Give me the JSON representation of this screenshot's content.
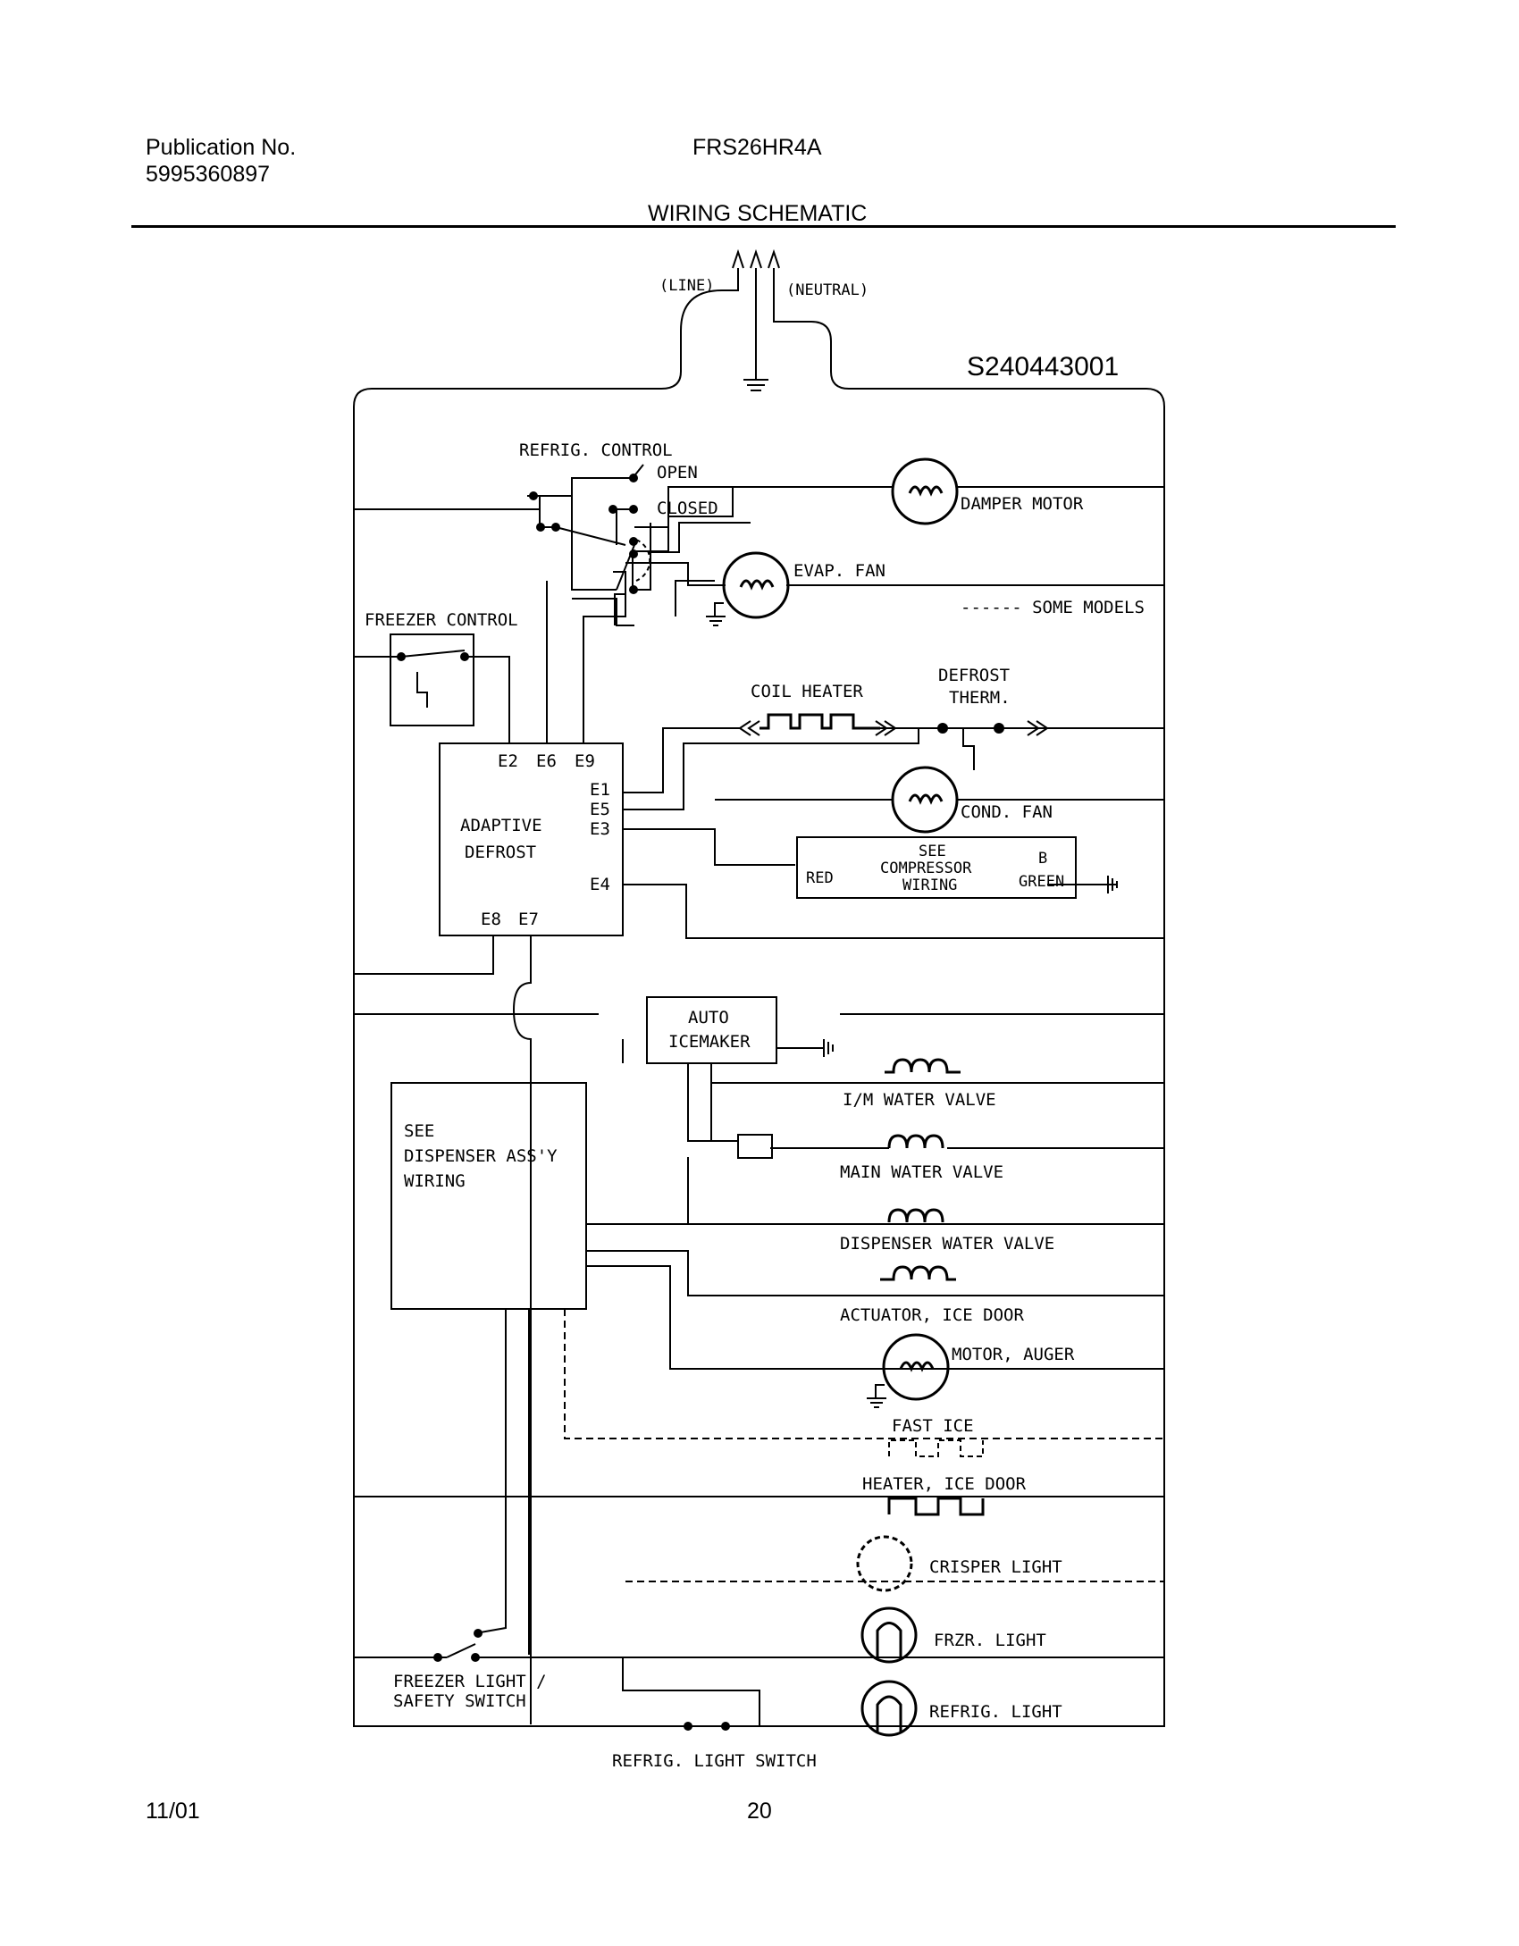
{
  "header": {
    "publication_label": "Publication No.",
    "publication_number": "5995360897",
    "model": "FRS26HR4A",
    "title": "WIRING SCHEMATIC"
  },
  "footer": {
    "date": "11/01",
    "page": "20"
  },
  "diagram": {
    "drawing_number": "S240443001",
    "line": "(LINE)",
    "neutral": "(NEUTRAL)",
    "refrig_control": "REFRIG. CONTROL",
    "open": "OPEN",
    "closed": "CLOSED",
    "damper_motor": "DAMPER MOTOR",
    "evap_fan": "EVAP. FAN",
    "freezer_control": "FREEZER CONTROL",
    "some_models": "------ SOME MODELS",
    "coil_heater": "COIL HEATER",
    "defrost": "DEFROST",
    "therm": "THERM.",
    "e2": "E2",
    "e6": "E6",
    "e9": "E9",
    "e1": "E1",
    "e5": "E5",
    "e3": "E3",
    "e4": "E4",
    "e8": "E8",
    "e7": "E7",
    "adaptive": "ADAPTIVE",
    "defrost2": "DEFROST",
    "cond_fan": "COND. FAN",
    "see": "SEE",
    "compressor": "COMPRESSOR",
    "wiring": "WIRING",
    "red": "RED",
    "b": "B",
    "green": "GREEN",
    "auto": "AUTO",
    "icemaker": "ICEMAKER",
    "im_water_valve": "I/M WATER VALVE",
    "see2": "SEE",
    "dispenser_assy": "DISPENSER ASS'Y",
    "wiring2": "WIRING",
    "main_water_valve": "MAIN WATER VALVE",
    "dispenser_water_valve": "DISPENSER WATER VALVE",
    "actuator_ice_door": "ACTUATOR, ICE DOOR",
    "motor_auger": "MOTOR, AUGER",
    "fast_ice": "FAST ICE",
    "heater_ice_door": "HEATER, ICE DOOR",
    "crisper_light": "CRISPER LIGHT",
    "frzr_light": "FRZR. LIGHT",
    "freezer_light": "FREEZER LIGHT /",
    "safety_switch": "SAFETY SWITCH",
    "refrig_light": "REFRIG. LIGHT",
    "refrig_light_switch": "REFRIG. LIGHT SWITCH"
  }
}
